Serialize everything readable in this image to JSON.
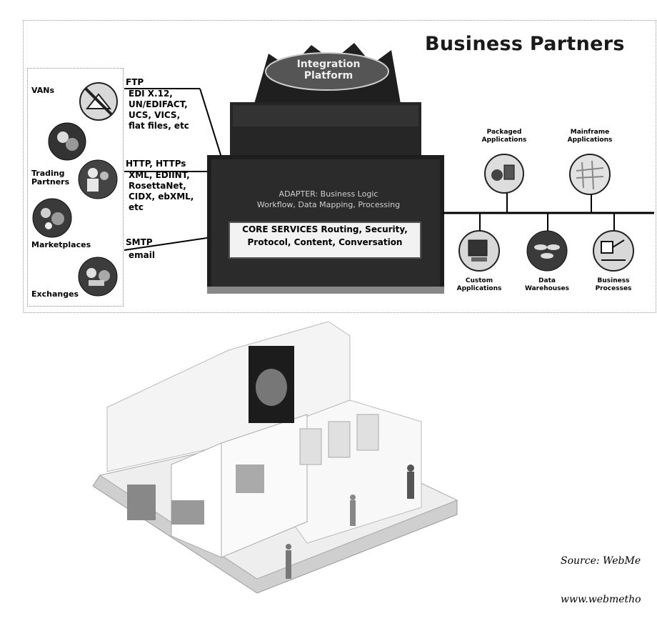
{
  "title": "Business Partners",
  "hub": {
    "badge_line1": "Integration",
    "badge_line2": "Platform",
    "adapter_text": "ADAPTER: Business Logic\nWorkflow, Data Mapping, Processing",
    "core_line1": "CORE SERVICES Routing, Security,",
    "core_line2": "Protocol, Content, Conversation"
  },
  "partners": [
    {
      "label": "VANs",
      "icon": "vans-icon"
    },
    {
      "label": "Trading\nPartners",
      "icon": "trading-partners-icon"
    },
    {
      "label": "Marketplaces",
      "icon": "marketplaces-icon"
    },
    {
      "label": "Exchanges",
      "icon": "exchanges-icon"
    }
  ],
  "protocols": [
    {
      "head": "FTP",
      "body": "EDI X.12,\nUN/EDIFACT,\nUCS, VICS,\nflat files, etc"
    },
    {
      "head": "HTTP, HTTPs",
      "body": "XML, EDIINT,\nRosettaNet,\nCIDX, ebXML,\netc"
    },
    {
      "head": "SMTP",
      "body": "email"
    }
  ],
  "applications": [
    {
      "label": "Packaged\nApplications",
      "icon": "packaged-applications-icon"
    },
    {
      "label": "Mainframe\nApplications",
      "icon": "mainframe-applications-icon"
    },
    {
      "label": "Custom\nApplications",
      "icon": "custom-applications-icon"
    },
    {
      "label": "Data\nWarehouses",
      "icon": "data-warehouses-icon"
    },
    {
      "label": "Business\nProcesses",
      "icon": "business-processes-icon"
    }
  ],
  "source": {
    "line1": "Source: WebMe",
    "line2": "www.webmetho"
  },
  "colors": {
    "hub_dark": "#1c1c1c",
    "hub_mid": "#3a3a3a",
    "core_bg": "#f2f2f2"
  }
}
